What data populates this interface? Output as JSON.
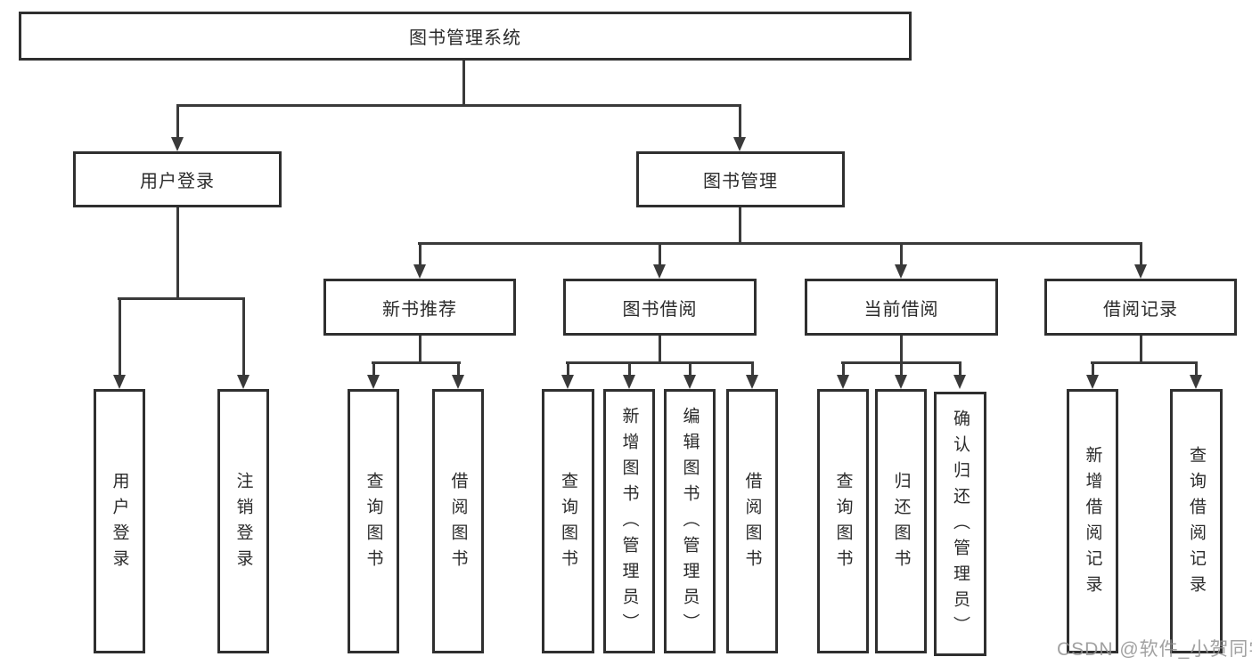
{
  "colors": {
    "background": "#ffffff",
    "line": "#3a3a3a",
    "box_border": "#2f2f2f",
    "text": "#2b2b2b",
    "watermark": "#919191"
  },
  "nodes": {
    "root": "图书管理系统",
    "user_login": "用户登录",
    "book_mgmt": "图书管理",
    "login": "用户登录",
    "logout": "注销登录",
    "new_book": "新书推荐",
    "book_borrow": "图书借阅",
    "current_borrow": "当前借阅",
    "borrow_record": "借阅记录",
    "nb_query": "查询图书",
    "nb_borrow": "借阅图书",
    "bb_query": "查询图书",
    "bb_add": "新增图书（管理员）",
    "bb_edit": "编辑图书（管理员）",
    "bb_borrow": "借阅图书",
    "cb_query": "查询图书",
    "cb_return": "归还图书",
    "cb_confirm": "确认归还（管理员）",
    "br_add": "新增借阅记录",
    "br_query": "查询借阅记录"
  },
  "watermark": "CSDN @软件_小贺同学"
}
